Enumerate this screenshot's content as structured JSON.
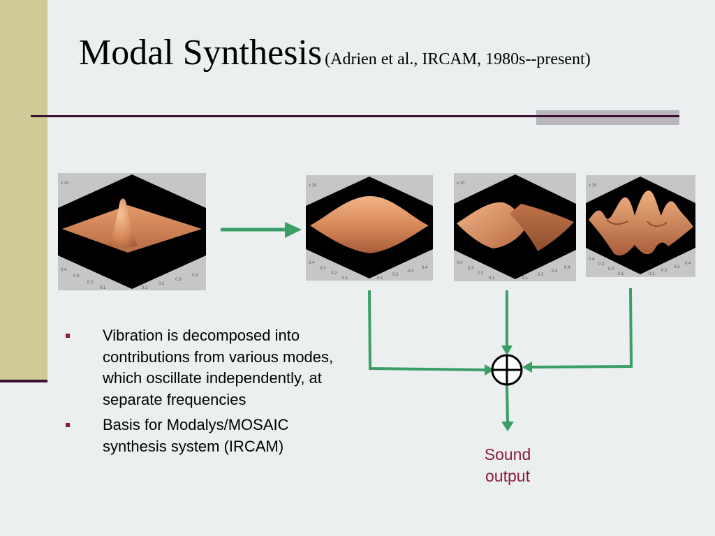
{
  "slide": {
    "title": "Modal Synthesis",
    "subtitle": "(Adrien et al., IRCAM, 1980s--present)"
  },
  "plots": [
    {
      "name": "initial-excitation",
      "corner_label": "x 10",
      "left_axis_ticks": [
        "0.4",
        "0.3",
        "0.2",
        "0.1"
      ],
      "right_axis_ticks": [
        "0.1",
        "0.2",
        "0.3",
        "0.4"
      ]
    },
    {
      "name": "mode-1",
      "corner_label": "x 10",
      "left_axis_ticks": [
        "0.4",
        "0.3",
        "0.2",
        "0.1"
      ],
      "right_axis_ticks": [
        "0.1",
        "0.2",
        "0.3",
        "0.4"
      ]
    },
    {
      "name": "mode-2",
      "corner_label": "x 10",
      "left_axis_ticks": [
        "0.4",
        "0.3",
        "0.2",
        "0.1"
      ],
      "right_axis_ticks": [
        "0.1",
        "0.2",
        "0.3",
        "0.4"
      ]
    },
    {
      "name": "mode-3",
      "corner_label": "x 10",
      "left_axis_ticks": [
        "0.4",
        "0.3",
        "0.2",
        "0.1"
      ],
      "right_axis_ticks": [
        "0.1",
        "0.2",
        "0.3",
        "0.4"
      ]
    }
  ],
  "bullets": [
    "Vibration is decomposed into contributions from various modes, which oscillate independently, at separate frequencies",
    "Basis for Modalys/MOSAIC synthesis system (IRCAM)"
  ],
  "output_label": "Sound output",
  "colors": {
    "arrow": "#3a9e66",
    "surface": "#d4845a",
    "sidebar": "#cfcb99",
    "rule": "#3b0f2e",
    "bullet": "#8b1a3e",
    "output_text": "#8b1a3e"
  }
}
